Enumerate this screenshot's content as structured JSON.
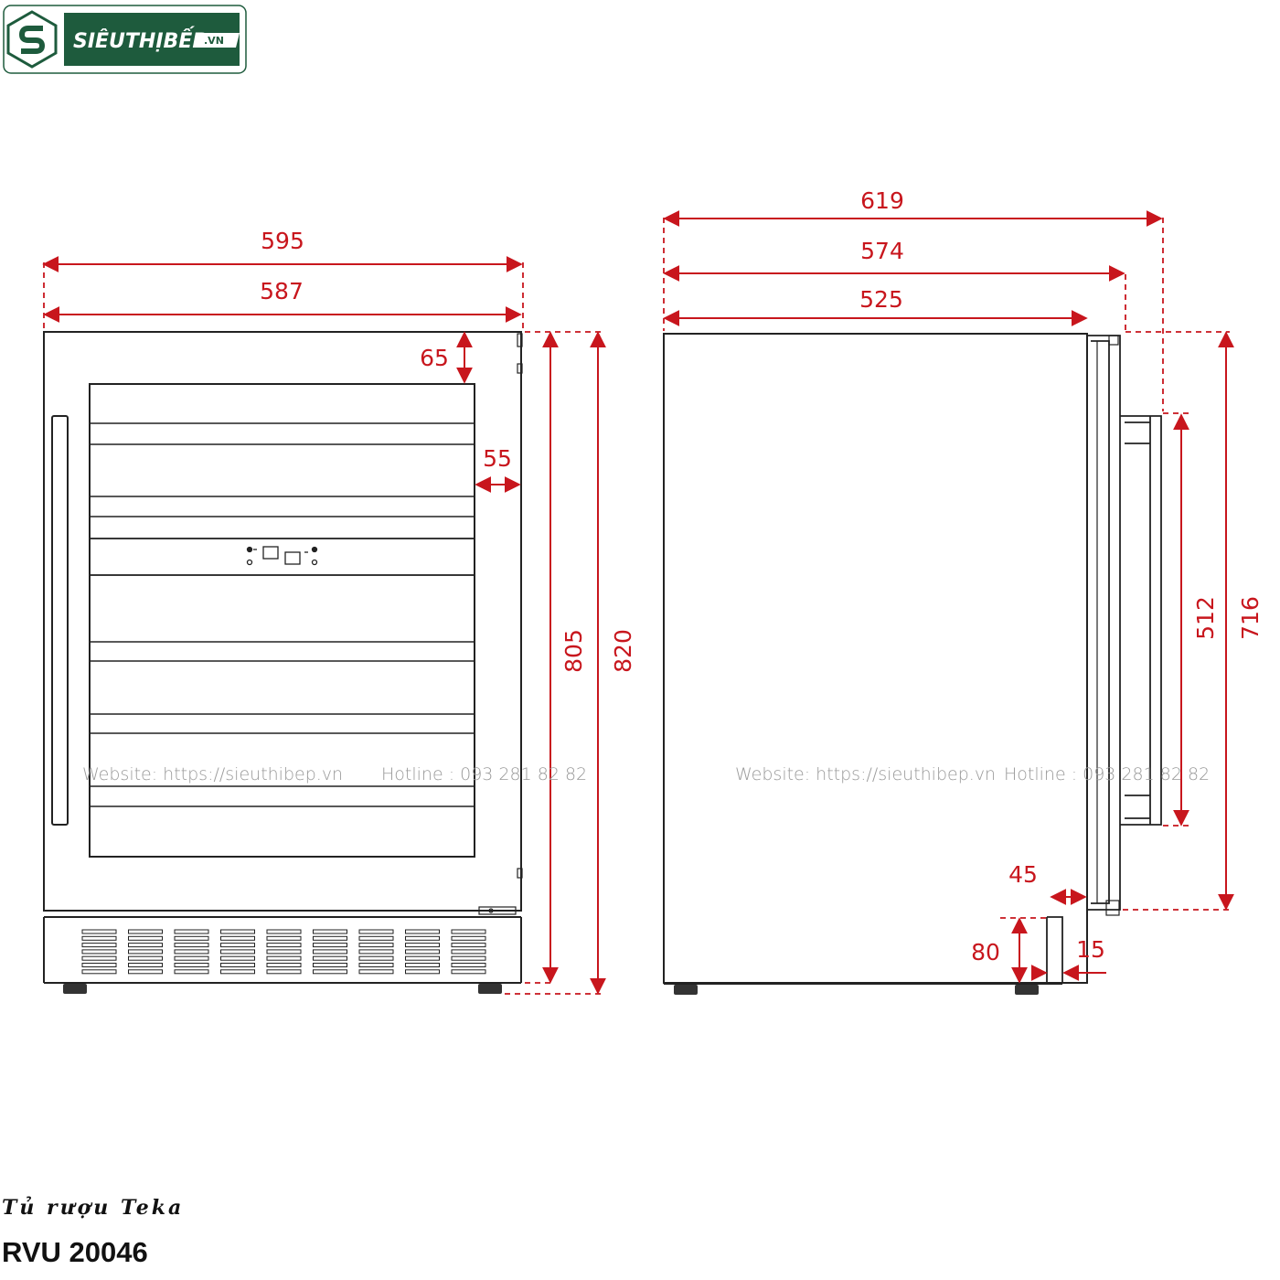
{
  "brand": {
    "name": "SIÊUTHỊBẾP",
    "tld": ".VN",
    "color": "#1e5b3d"
  },
  "product": {
    "subtitle": "Tủ rượu Teka",
    "model": "RVU 20046"
  },
  "watermark": {
    "website": "Website: https://sieuthibep.vn",
    "hotline": "Hotline : 093 281 82 82"
  },
  "dimensions_mm": {
    "front": {
      "overall_width": "595",
      "body_width": "587",
      "top_offset": "65",
      "side_offset": "55",
      "body_height": "805",
      "overall_height": "820"
    },
    "side": {
      "depth_with_handle": "619",
      "depth_with_door": "574",
      "body_depth": "525",
      "handle_height": "512",
      "door_height": "716",
      "plinth_recess": "45",
      "plinth_height": "80",
      "plinth_thickness": "15"
    }
  },
  "colors": {
    "dimension": "#c8161d",
    "outline": "#222222",
    "watermark": "#9a9a9a"
  }
}
